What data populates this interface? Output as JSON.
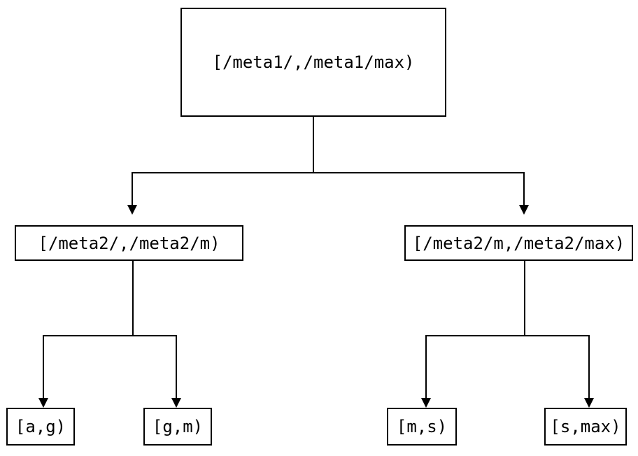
{
  "diagram": {
    "type": "tree",
    "orientation": "top-down",
    "background_color": "#ffffff",
    "line_color": "#000000",
    "text_color": "#000000",
    "nodes": {
      "root": {
        "label": "[/meta1/,/meta1/max)",
        "level": 0
      },
      "mid_left": {
        "label": "[/meta2/,/meta2/m)",
        "level": 1
      },
      "mid_right": {
        "label": "[/meta2/m,/meta2/max)",
        "level": 1
      },
      "leaf_1": {
        "label": "[a,g)",
        "level": 2
      },
      "leaf_2": {
        "label": "[g,m)",
        "level": 2
      },
      "leaf_3": {
        "label": "[m,s)",
        "level": 2
      },
      "leaf_4": {
        "label": "[s,max)",
        "level": 2
      }
    }
  }
}
